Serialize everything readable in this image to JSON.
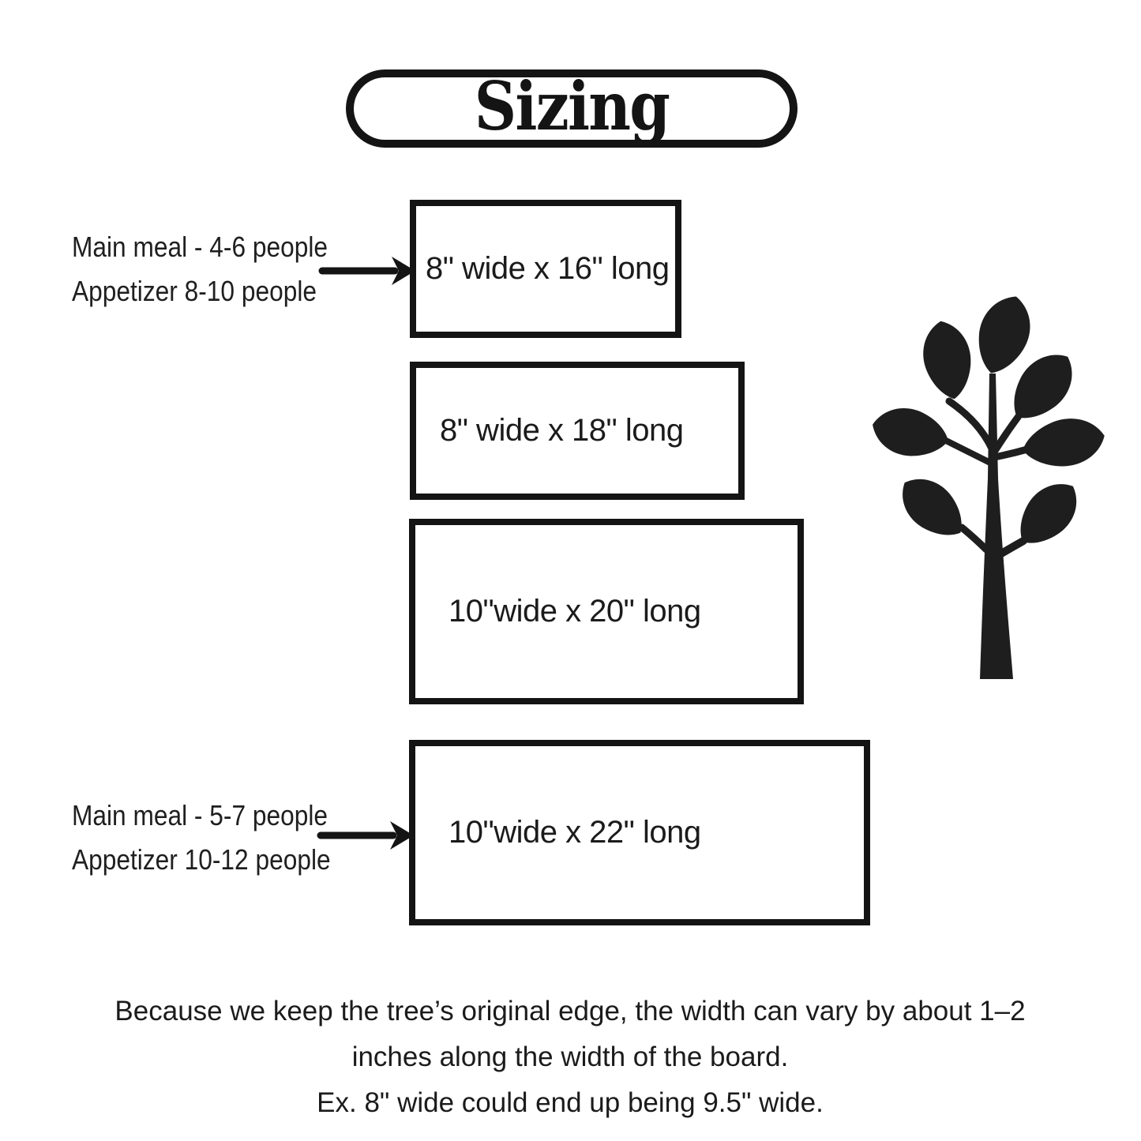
{
  "page": {
    "background_color": "#ffffff",
    "ink_color": "#1b1b1b"
  },
  "title": {
    "label": "Sizing"
  },
  "boards": [
    {
      "label": "8\" wide x 16\" long"
    },
    {
      "label": "8\" wide x 18\" long"
    },
    {
      "label": "10\"wide x 20\" long"
    },
    {
      "label": "10\"wide x 22\" long"
    }
  ],
  "annotations": [
    {
      "lines": [
        "Main meal - 4-6 people",
        "Appetizer 8-10 people"
      ]
    },
    {
      "lines": [
        "Main meal - 5-7 people",
        "Appetizer 10-12 people"
      ]
    }
  ],
  "footnote": {
    "lines": [
      "Because we keep the tree’s original edge, the width can vary by about 1–2",
      "inches along the width of the board.",
      "Ex. 8\" wide could end up being 9.5\" wide."
    ]
  },
  "icons": {
    "tree": "tree-silhouette",
    "arrow": "right-arrow"
  }
}
